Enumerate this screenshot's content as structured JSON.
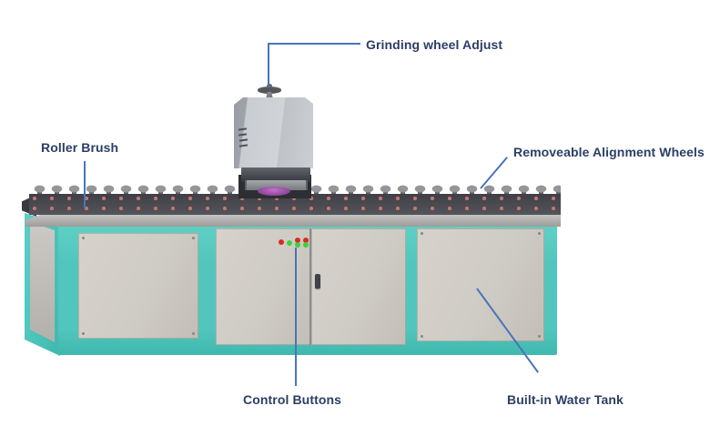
{
  "labels": {
    "grinding_wheel_adjust": "Grinding wheel Adjust",
    "roller_brush": "Roller Brush",
    "alignment_wheels": "Removeable Alignment Wheels",
    "control_buttons": "Control Buttons",
    "water_tank": "Built-in Water Tank"
  },
  "colors": {
    "label-text": "#2b3e66",
    "leader-line": "#4a74b9",
    "teal": "#52c6bc",
    "teal-dark": "#3fb8ae",
    "panel-gray": "#cfccc5",
    "btn-red": "#d92a1f",
    "btn-green": "#3ad23a",
    "wheel-purple": "#8d3f96"
  },
  "machine": {
    "control_buttons": [
      "red",
      "green",
      "red-green",
      "red-green"
    ]
  }
}
